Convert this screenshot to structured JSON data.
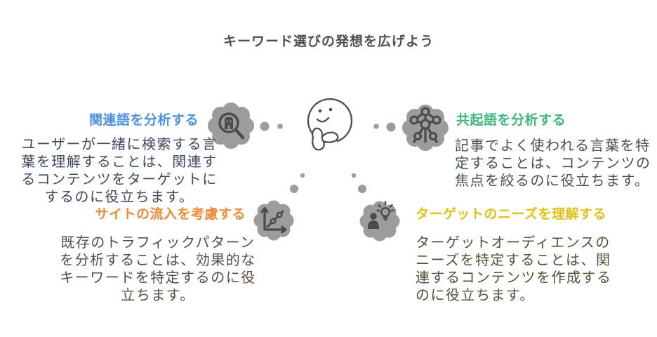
{
  "title": "キーワード選びの発想を広げよう",
  "colors": {
    "title_ink": "#4f4f4f",
    "cloud_gray": "#9c9c9c",
    "icon_ink": "#4a4a4a",
    "face_ink": "#4d4d4d",
    "blue": "#4a90e8",
    "green": "#3cb878",
    "orange": "#ee8b35",
    "yellow": "#e2c014"
  },
  "center": {
    "icon": "thinking-face-icon"
  },
  "sections": [
    {
      "id": "related-terms",
      "icon": "magnifier-building-icon",
      "accent": "#4a90e8",
      "heading": "関連語を分析する",
      "body_lines": [
        "ユーザーが一緒に検索する言",
        "葉を理解することは、関連す",
        "るコンテンツをターゲットに",
        "するのに役立ちます。"
      ]
    },
    {
      "id": "co-occurrence-terms",
      "icon": "atom-icon",
      "accent": "#3cb878",
      "heading": "共起語を分析する",
      "body_lines": [
        "記事でよく使われる言葉を特",
        "定することは、コンテンツの",
        "焦点を絞るのに役立ちます。"
      ]
    },
    {
      "id": "site-traffic",
      "icon": "line-chart-icon",
      "accent": "#ee8b35",
      "heading": "サイトの流入を考慮する",
      "body_lines": [
        "既存のトラフィックパターン",
        "を分析することは、効果的な",
        "キーワードを特定するのに役",
        "立ちます。"
      ]
    },
    {
      "id": "target-needs",
      "icon": "person-lightbulb-icon",
      "accent": "#e2c014",
      "heading": "ターゲットのニーズを理解する",
      "body_lines": [
        "ターゲットオーディエンスの",
        "ニーズを特定することは、関",
        "連するコンテンツを作成する",
        "のに役立ちます。"
      ]
    }
  ]
}
